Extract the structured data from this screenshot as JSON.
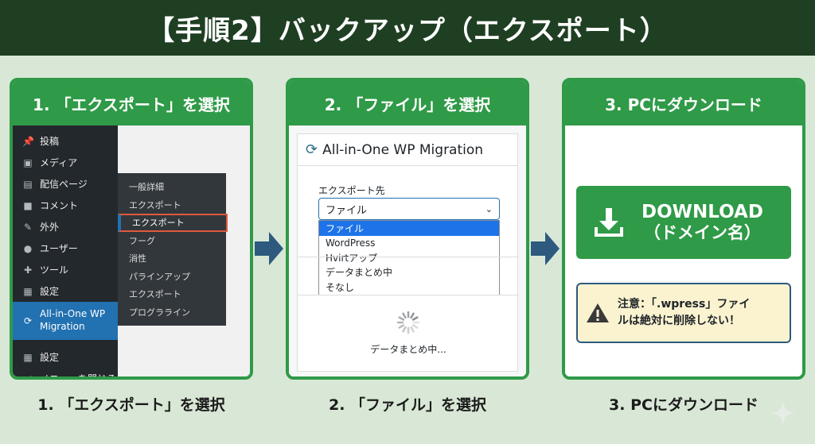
{
  "title": "【手順2】バックアップ（エクスポート）",
  "steps": [
    {
      "header": "1. 「エクスポート」を選択",
      "caption": "1. 「エクスポート」を選択"
    },
    {
      "header": "2. 「ファイル」を選択",
      "caption": "2. 「ファイル」を選択"
    },
    {
      "header": "3. PCにダウンロード",
      "caption": "3. PCにダウンロード"
    }
  ],
  "wp_sidebar": {
    "items": [
      {
        "icon": "pin-icon",
        "glyph": "📌",
        "label": "投稿"
      },
      {
        "icon": "media-icon",
        "glyph": "▣",
        "label": "メディア"
      },
      {
        "icon": "page-icon",
        "glyph": "▤",
        "label": "配信ページ"
      },
      {
        "icon": "comment-icon",
        "glyph": "■",
        "label": "コメント"
      },
      {
        "icon": "appearance-icon",
        "glyph": "✎",
        "label": "外外"
      },
      {
        "icon": "user-icon",
        "glyph": "●",
        "label": "ユーザー"
      },
      {
        "icon": "tool-icon",
        "glyph": "✚",
        "label": "ツール"
      },
      {
        "icon": "settings-icon",
        "glyph": "▦",
        "label": "設定"
      }
    ],
    "active": {
      "icon": "migration-icon",
      "glyph": "⟳",
      "label_line1": "All-in-One WP",
      "label_line2": "Migration"
    },
    "after": [
      {
        "icon": "settings-icon",
        "glyph": "▦",
        "label": "設定"
      },
      {
        "icon": "collapse-icon",
        "glyph": "◀",
        "label": "メニューを閉じる"
      }
    ],
    "flyout": [
      "一般詳細",
      "エクスポート",
      "エクスポート",
      "フーグ",
      "消性",
      "パラインアップ",
      "エクスポート",
      "プログラライン"
    ],
    "flyout_selected_index": 2
  },
  "plugin": {
    "title": "All-in-One WP Migration",
    "export_label": "エクスポート先",
    "selected": "ファイル",
    "options": [
      "ファイル",
      "WordPress",
      "Hvirtアップ",
      "データまとめ中",
      "そなし"
    ],
    "highlighted_index": 0,
    "progress_text": "データまとめ中..."
  },
  "download": {
    "line1": "DOWNLOAD",
    "line2": "（ドメイン名）",
    "warning_line1": "注意：「.wpress」ファイ",
    "warning_line2": "ルは絶対に削除しない！"
  },
  "colors": {
    "green": "#2f9a47",
    "dark": "#1f3f23",
    "wp_blue": "#2271b1",
    "arrow": "#2d5a7e"
  }
}
